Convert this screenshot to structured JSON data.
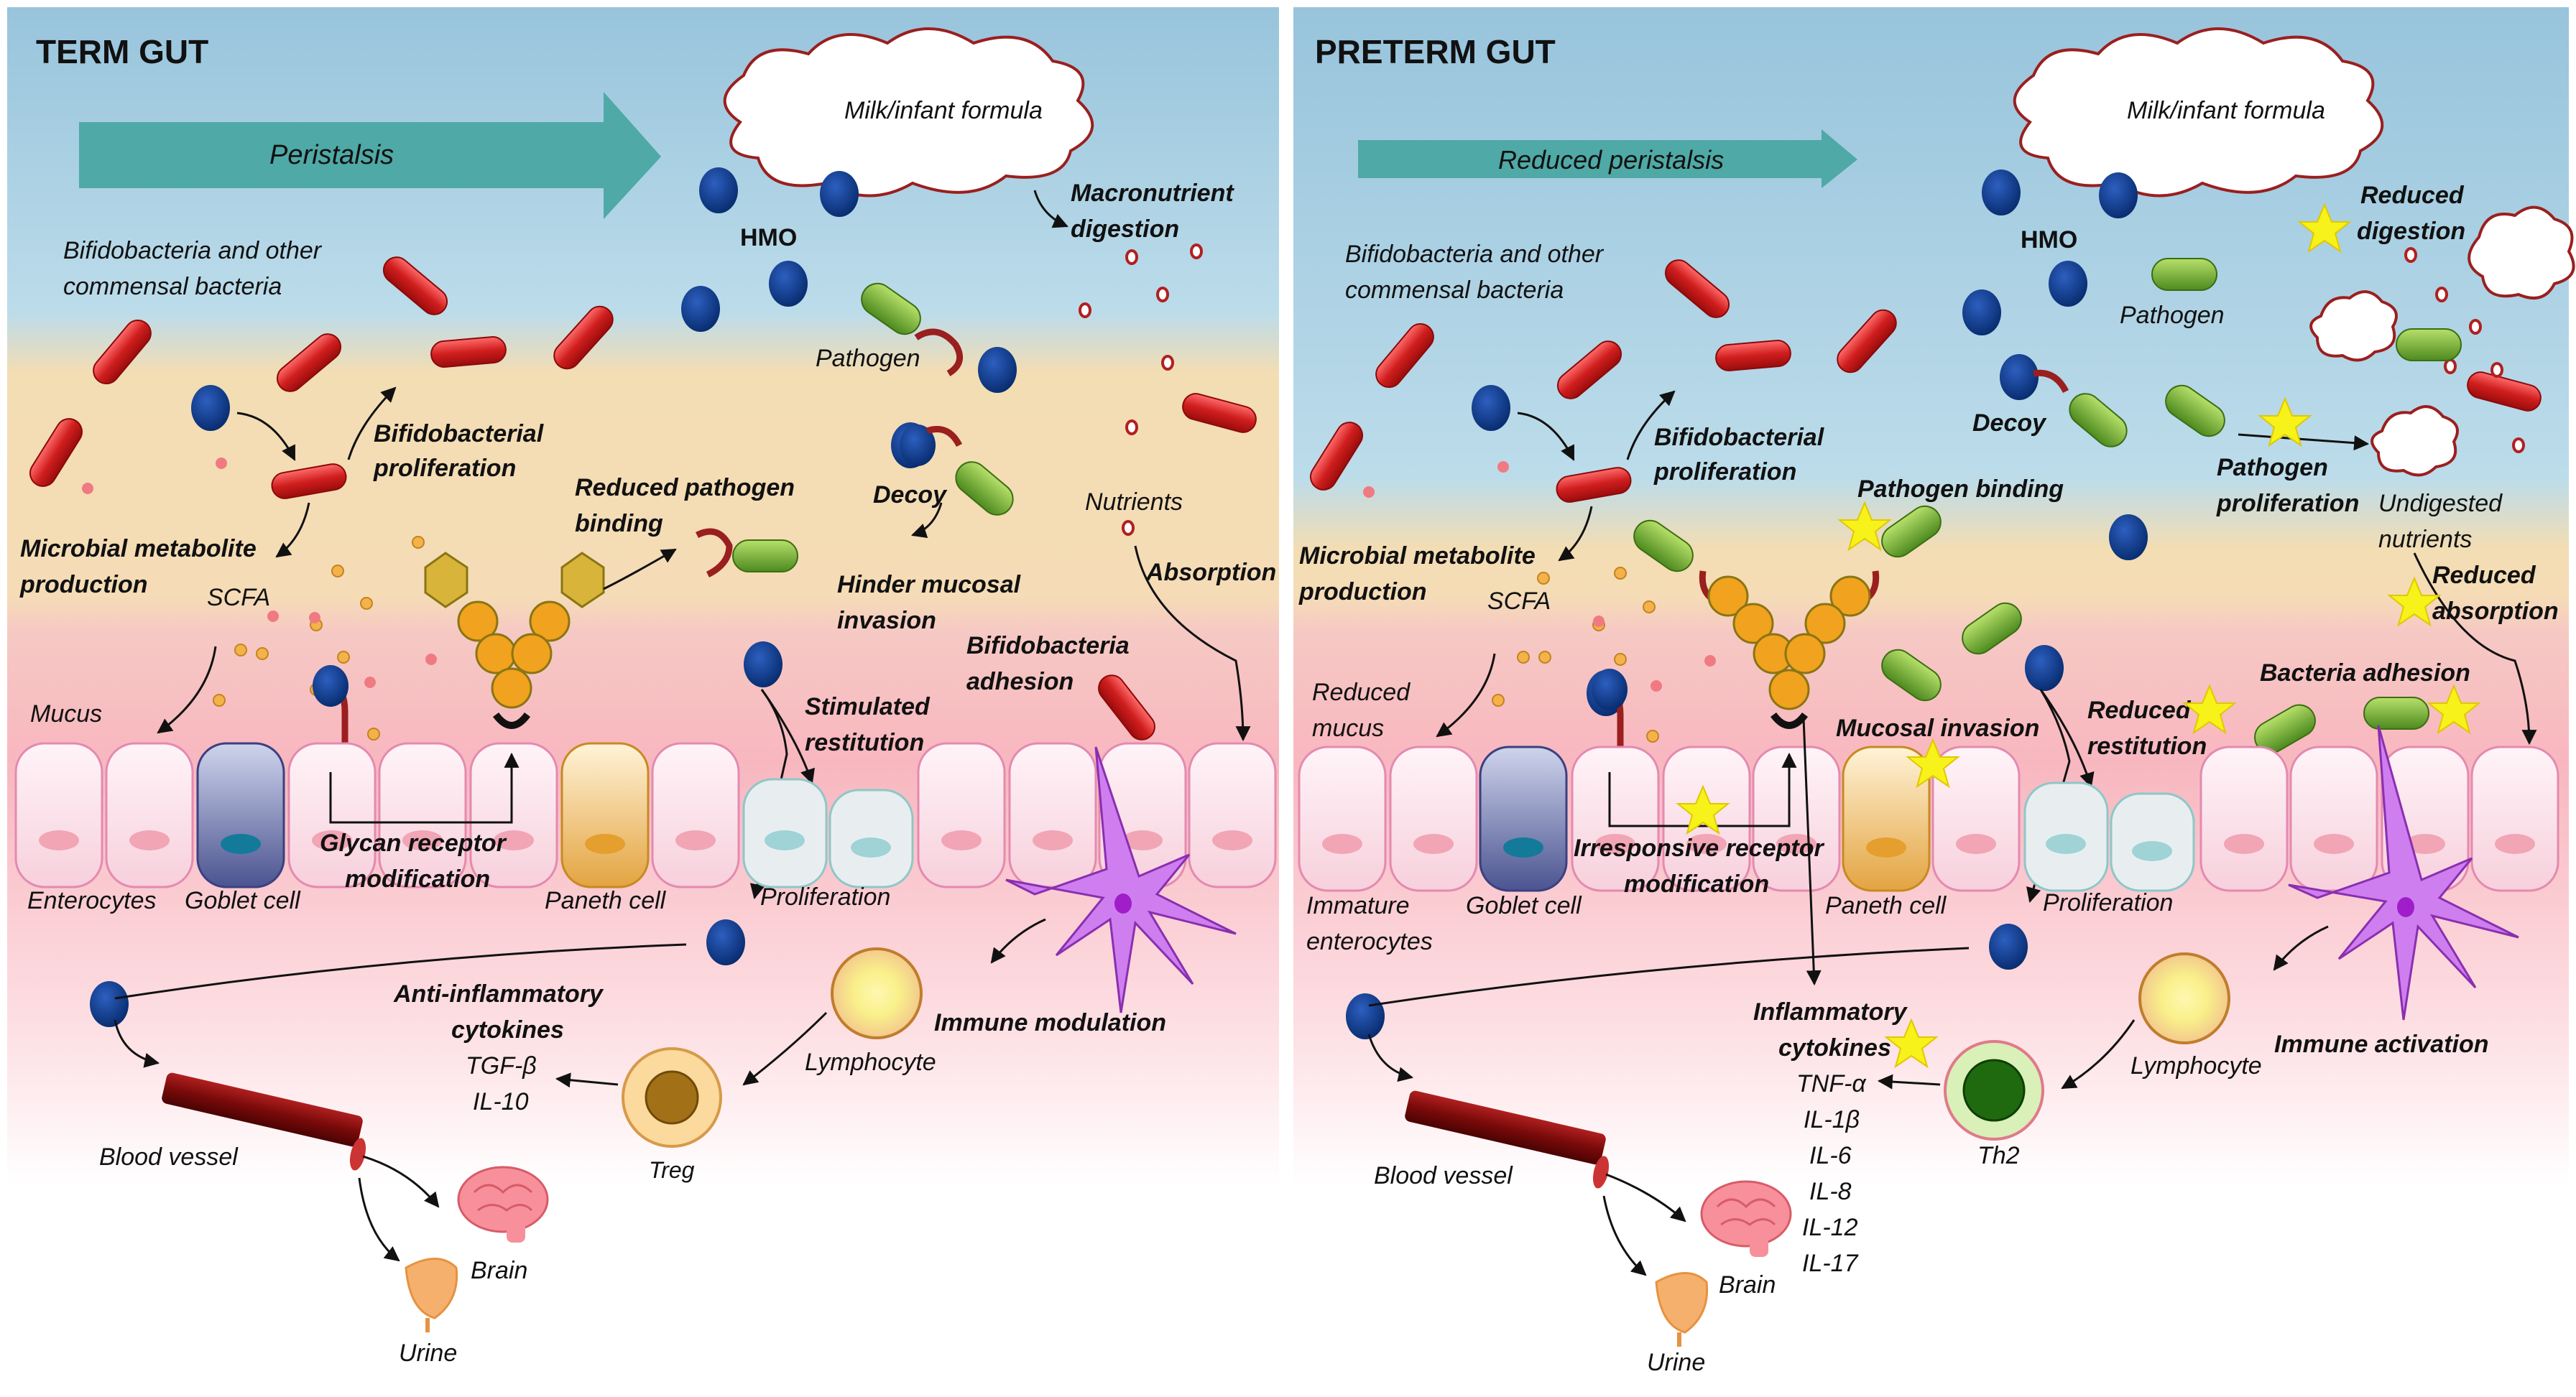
{
  "colors": {
    "lumen": "#a8cde0",
    "mucus": "#f5dfb4",
    "tissue": "#f8c3c8",
    "bacteria": "#cc1b1b",
    "hmo": "#0b3a8c",
    "pathogen": "#7ab23a",
    "arrow_fill": "#4fa9a6",
    "star": "#f7f21a",
    "cell": "#fbe2e9",
    "dendritic": "#c870e6"
  },
  "term": {
    "title": "TERM GUT",
    "peristalsis": "Peristalsis",
    "milk": "Milk/infant formula",
    "hmo": "HMO",
    "bifido_1": "Bifidobacteria and other",
    "bifido_2": "commensal bacteria",
    "macro_1": "Macronutrient",
    "macro_2": "digestion",
    "pathogen": "Pathogen",
    "decoy": "Decoy",
    "bif_prolif_1": "Bifidobacterial",
    "bif_prolif_2": "proliferation",
    "reduced_binding_1": "Reduced pathogen",
    "reduced_binding_2": "binding",
    "nutrients": "Nutrients",
    "metabolite_1": "Microbial metabolite",
    "metabolite_2": "production",
    "scfa": "SCFA",
    "hinder_1": "Hinder mucosal",
    "hinder_2": "invasion",
    "absorption": "Absorption",
    "bif_adh_1": "Bifidobacteria",
    "bif_adh_2": "adhesion",
    "restitution_1": "Stimulated",
    "restitution_2": "restitution",
    "mucus": "Mucus",
    "glycan_1": "Glycan receptor",
    "glycan_2": "modification",
    "enterocytes": "Enterocytes",
    "goblet": "Goblet cell",
    "paneth": "Paneth cell",
    "proliferation": "Proliferation",
    "anti_1": "Anti-inflammatory",
    "anti_2": "cytokines",
    "tgf": "TGF-β",
    "il10": "IL-10",
    "immune": "Immune modulation",
    "lymphocyte": "Lymphocyte",
    "blood": "Blood vessel",
    "treg": "Treg",
    "brain": "Brain",
    "urine": "Urine"
  },
  "preterm": {
    "title": "PRETERM GUT",
    "peristalsis": "Reduced peristalsis",
    "milk": "Milk/infant formula",
    "hmo": "HMO",
    "reduced_digestion_1": "Reduced",
    "reduced_digestion_2": "digestion",
    "bifido_1": "Bifidobacteria and other",
    "bifido_2": "commensal bacteria",
    "pathogen": "Pathogen",
    "decoy": "Decoy",
    "bif_prolif_1": "Bifidobacterial",
    "bif_prolif_2": "proliferation",
    "pathogen_binding": "Pathogen binding",
    "pathogen_prolif_1": "Pathogen",
    "pathogen_prolif_2": "proliferation",
    "undigested_1": "Undigested",
    "undigested_2": "nutrients",
    "metabolite_1": "Microbial metabolite",
    "metabolite_2": "production",
    "scfa": "SCFA",
    "reduced_absorption_1": "Reduced",
    "reduced_absorption_2": "absorption",
    "reduced_mucus_1": "Reduced",
    "reduced_mucus_2": "mucus",
    "bacteria_adhesion": "Bacteria adhesion",
    "mucosal_invasion": "Mucosal invasion",
    "reduced_restitution_1": "Reduced",
    "reduced_restitution_2": "restitution",
    "irresponsive_1": "Irresponsive receptor",
    "irresponsive_2": "modification",
    "immature_1": "Immature",
    "immature_2": "enterocytes",
    "goblet": "Goblet cell",
    "paneth": "Paneth cell",
    "proliferation": "Proliferation",
    "inflam_1": "Inflammatory",
    "inflam_2": "cytokines",
    "cytokines": [
      "TNF-α",
      "IL-1β",
      "IL-6",
      "IL-8",
      "IL-12",
      "IL-17"
    ],
    "immune": "Immune activation",
    "lymphocyte": "Lymphocyte",
    "blood": "Blood vessel",
    "th2": "Th2",
    "brain": "Brain",
    "urine": "Urine"
  }
}
